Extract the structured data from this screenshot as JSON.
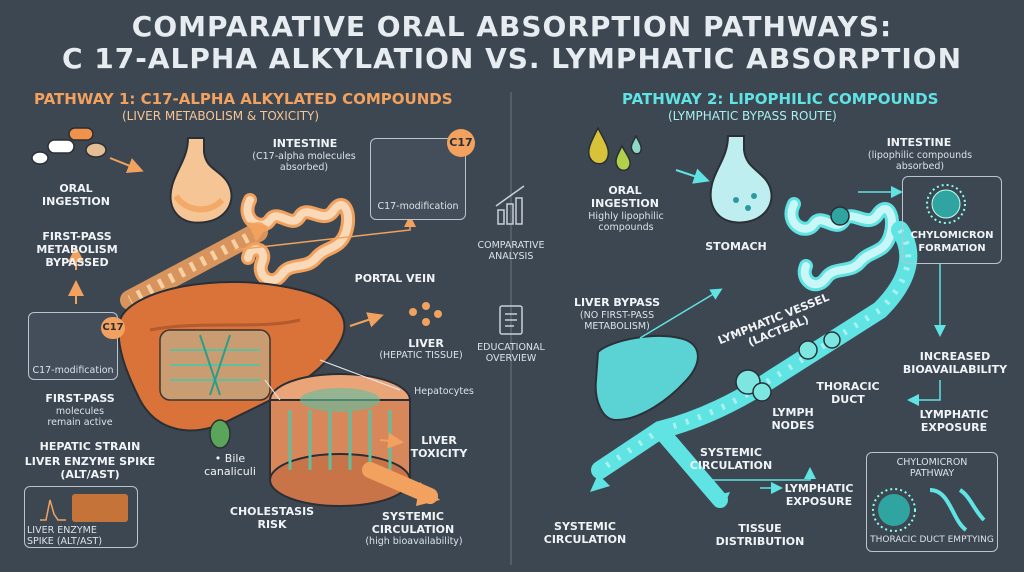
{
  "title": {
    "line1": "COMPARATIVE ORAL ABSORPTION PATHWAYS:",
    "line2": "C 17-ALPHA ALKYLATION VS. LYMPHATIC ABSORPTION"
  },
  "colors": {
    "background": "#3d4752",
    "pathway1_accent": "#f2a25e",
    "pathway2_accent": "#5fe3e3"
  },
  "pathway1": {
    "header": "PATHWAY 1: C17-ALPHA ALKYLATED COMPOUNDS",
    "subheader": "(LIVER METABOLISM & TOXICITY)",
    "oral_ingestion": "ORAL\nINGESTION",
    "intestine_title": "INTESTINE",
    "intestine_note": "(C17-alpha molecules\nabsorbed)",
    "c17_badge": "C17",
    "c17_modification": "C17-modification",
    "first_pass_bypassed": "FIRST-PASS\nMETABOLISM\nBYPASSED",
    "first_pass_active_title": "FIRST-PASS",
    "first_pass_active_note": "molecules\nremain active",
    "portal_vein": "PORTAL VEIN",
    "liver_title": "LIVER",
    "liver_note": "(HEPATIC TISSUE)",
    "hepatocytes": "Hepatocytes",
    "bile_canaliculi": "• Bile\ncanaliculi",
    "liver_toxicity": "LIVER\nTOXICITY",
    "hepatic_strain": "HEPATIC STRAIN",
    "liver_enzyme_spike": "LIVER ENZYME SPIKE\n(ALT/AST)",
    "enzyme_box_label": "LIVER ENZYME\nSPIKE (ALT/AST)",
    "cholestasis_risk": "CHOLESTASIS\nRISK",
    "systemic_title": "SYSTEMIC\nCIRCULATION",
    "systemic_note": "(high bioavailability)"
  },
  "center": {
    "comparative_analysis": "COMPARATIVE\nANALYSIS",
    "educational_overview": "EDUCATIONAL\nOVERVIEW"
  },
  "pathway2": {
    "header": "PATHWAY 2: LIPOPHILIC COMPOUNDS",
    "subheader": "(LYMPHATIC BYPASS ROUTE)",
    "oral_ingestion": "ORAL\nINGESTION",
    "oral_note": "Highly lipophilic\ncompounds",
    "stomach": "STOMACH",
    "intestine_title": "INTESTINE",
    "intestine_note": "(lipophilic compounds\nabsorbed)",
    "chylomicron_formation": "CHYLOMICRON\nFORMATION",
    "liver_bypass_title": "LIVER BYPASS",
    "liver_bypass_note": "(NO FIRST-PASS\nMETABOLISM)",
    "lymphatic_vessel": "LYMPHATIC VESSEL\n(LACTEAL)",
    "increased_bioavailability": "INCREASED\nBIOAVAILABILITY",
    "thoracic_duct": "THORACIC\nDUCT",
    "lymph_nodes": "LYMPH\nNODES",
    "lymphatic_exposure_right": "LYMPHATIC\nEXPOSURE",
    "systemic_circulation_mid": "SYSTEMIC\nCIRCULATION",
    "lymphatic_exposure_mid": "LYMPHATIC\nEXPOSURE",
    "systemic_circulation_left": "SYSTEMIC\nCIRCULATION",
    "tissue_distribution": "TISSUE\nDISTRIBUTION",
    "chylomicron_pathway": "CHYLOMICRON\nPATHWAY",
    "thoracic_duct_emptying": "THORACIC DUCT EMPTYING"
  }
}
